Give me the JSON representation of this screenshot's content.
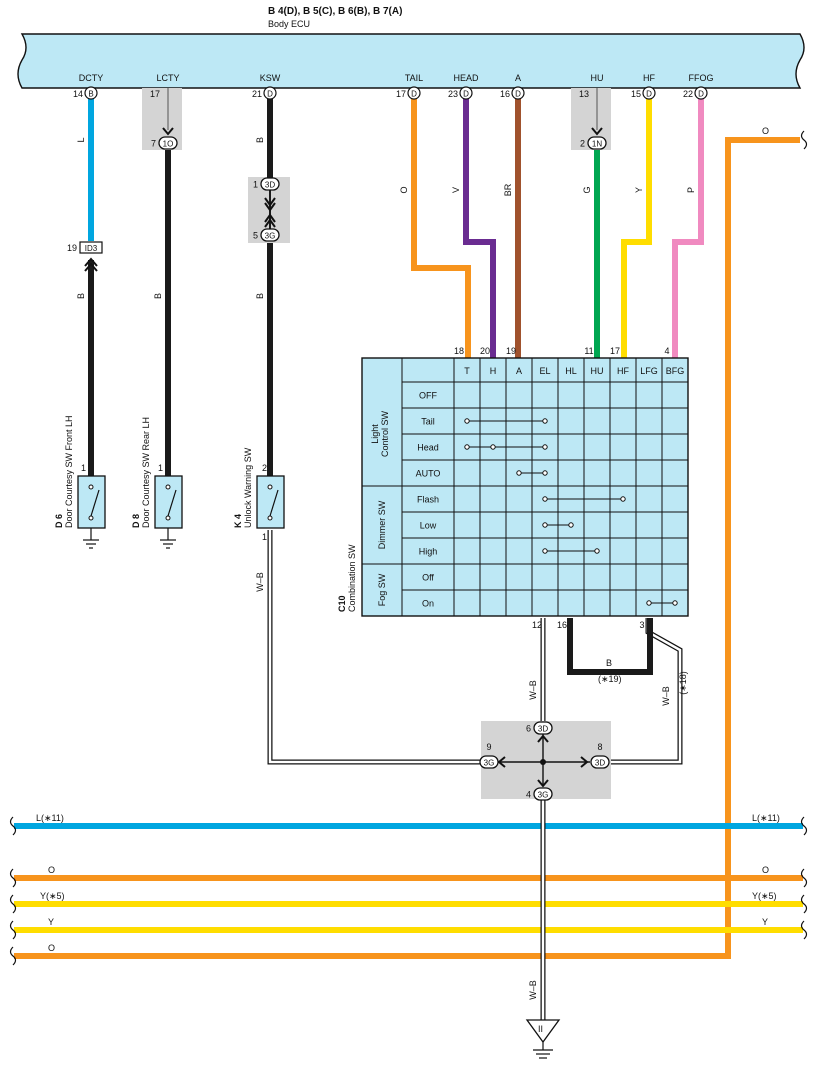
{
  "header": {
    "title": "B 4(D), B 5(C), B 6(B), B 7(A)",
    "subtitle": "Body ECU"
  },
  "ecu_terminals": [
    {
      "name": "DCTY",
      "pin": "14",
      "conn": "B"
    },
    {
      "name": "LCTY",
      "pin": "17",
      "conn": ""
    },
    {
      "name": "KSW",
      "pin": "21",
      "conn": "D"
    },
    {
      "name": "TAIL",
      "pin": "17",
      "conn": "D"
    },
    {
      "name": "HEAD",
      "pin": "23",
      "conn": "D"
    },
    {
      "name": "A",
      "pin": "16",
      "conn": "D"
    },
    {
      "name": "HU",
      "pin": "13",
      "conn": ""
    },
    {
      "name": "HF",
      "pin": "15",
      "conn": "D"
    },
    {
      "name": "FFOG",
      "pin": "22",
      "conn": "D"
    }
  ],
  "junctions": {
    "lcty": {
      "pin": "7",
      "conn": "1O"
    },
    "hu": {
      "pin": "2",
      "conn": "1N"
    },
    "ksw_top": {
      "pin": "1",
      "conn": "3D"
    },
    "ksw_bot": {
      "pin": "5",
      "conn": "3G"
    },
    "dcty": {
      "pin": "19",
      "conn": "ID3"
    },
    "hub_top": {
      "pin": "6",
      "conn": "3D"
    },
    "hub_left": {
      "pin": "9",
      "conn": "3G"
    },
    "hub_right": {
      "pin": "8",
      "conn": "3D"
    },
    "hub_bottom": {
      "pin": "4",
      "conn": "3G"
    }
  },
  "wire_colors": {
    "dcty_top": "L",
    "dcty_bot": "B",
    "lcty": "B",
    "lcty_bot": "B",
    "ksw_top": "B",
    "ksw_bot": "B",
    "tail": "O",
    "head": "V",
    "a": "BR",
    "hu": "G",
    "hf": "Y",
    "ffog": "P",
    "top_right": "O",
    "ksw_down": "W–B",
    "ground_vert": "W–B",
    "pin12": "W–B",
    "pin3": "W–B",
    "pin3_note": "(∗18)",
    "pin16": "B",
    "pin16_note": "(∗19)"
  },
  "switches": [
    {
      "code": "D 6",
      "name": "Door Courtesy SW Front LH",
      "pin_top": "1"
    },
    {
      "code": "D 8",
      "name": "Door Courtesy SW Rear LH",
      "pin_top": "1"
    },
    {
      "code": "K 4",
      "name": "Unlock Warning SW",
      "pin_top": "2",
      "pin_bot": "1"
    }
  ],
  "combo": {
    "code": "C10",
    "name": "Combination SW",
    "columns": [
      "T",
      "H",
      "A",
      "EL",
      "HL",
      "HU",
      "HF",
      "LFG",
      "BFG"
    ],
    "col_pins": [
      "18",
      "20",
      "19",
      "",
      "",
      "11",
      "17",
      "",
      "4"
    ],
    "groups": [
      {
        "label": "Light\nControl SW",
        "rows": [
          "OFF",
          "Tail",
          "Head",
          "AUTO"
        ]
      },
      {
        "label": "Dimmer SW",
        "rows": [
          "Flash",
          "Low",
          "High"
        ]
      },
      {
        "label": "Fog SW",
        "rows": [
          "Off",
          "On"
        ]
      }
    ],
    "bottom_pins": [
      "12",
      "16",
      "3"
    ]
  },
  "bus_lines": [
    {
      "label_left": "L(∗11)",
      "label_right": "L(∗11)",
      "color": "#00a6e0"
    },
    {
      "label_left": "O",
      "label_right": "O",
      "color": "#f7941d"
    },
    {
      "label_left": "Y(∗5)",
      "label_right": "Y(∗5)",
      "color": "#ffdd00"
    },
    {
      "label_left": "Y",
      "label_right": "Y",
      "color": "#ffdd00"
    },
    {
      "label_left": "O",
      "label_right": "",
      "color": "#f7941d"
    }
  ],
  "ground_label": "II",
  "colors": {
    "ecu_fill": "#bde8f5",
    "table_fill": "#bde8f5",
    "L": "#00a6e0",
    "B": "#1a1a1a",
    "O": "#f7941d",
    "V": "#6a2c91",
    "BR": "#a0522d",
    "G": "#00a651",
    "Y": "#ffdd00",
    "P": "#f08ac0",
    "shade": "#d4d4d4"
  }
}
